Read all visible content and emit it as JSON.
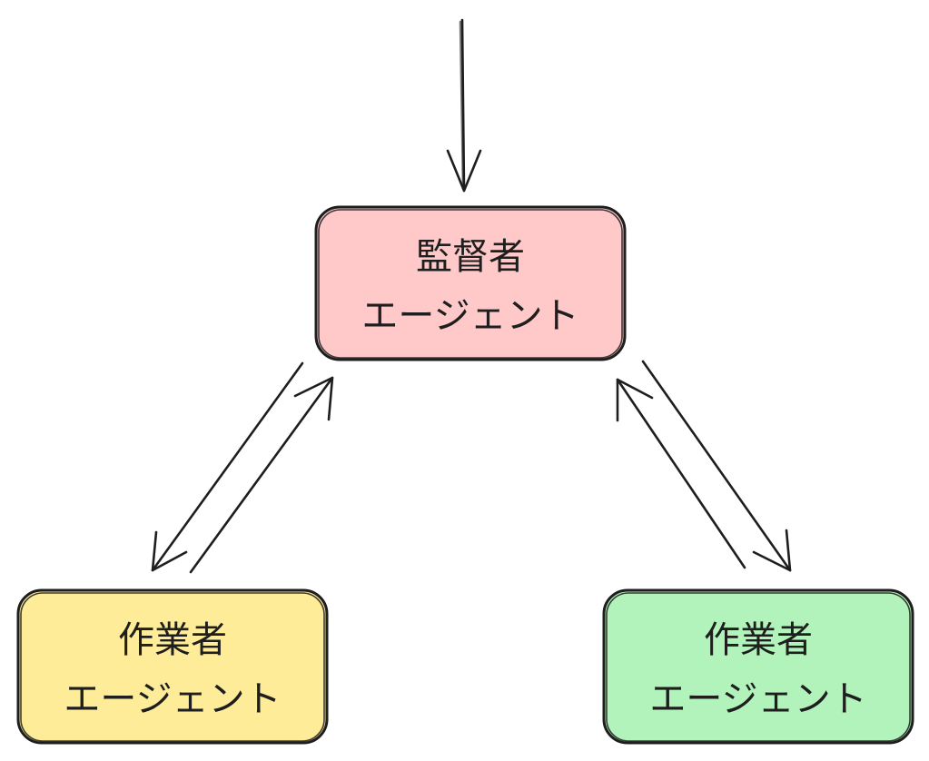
{
  "diagram": {
    "nodes": [
      {
        "id": "supervisor",
        "line1": "監督者",
        "line2": "エージェント",
        "fill": "#ffc9c9"
      },
      {
        "id": "worker_left",
        "line1": "作業者",
        "line2": "エージェント",
        "fill": "#ffec99"
      },
      {
        "id": "worker_right",
        "line1": "作業者",
        "line2": "エージェント",
        "fill": "#b2f2bb"
      }
    ],
    "edges": [
      {
        "from": "external",
        "to": "supervisor"
      },
      {
        "from": "supervisor",
        "to": "worker_left"
      },
      {
        "from": "worker_left",
        "to": "supervisor"
      },
      {
        "from": "supervisor",
        "to": "worker_right"
      },
      {
        "from": "worker_right",
        "to": "supervisor"
      }
    ],
    "stroke_color": "#1e1e1e"
  }
}
